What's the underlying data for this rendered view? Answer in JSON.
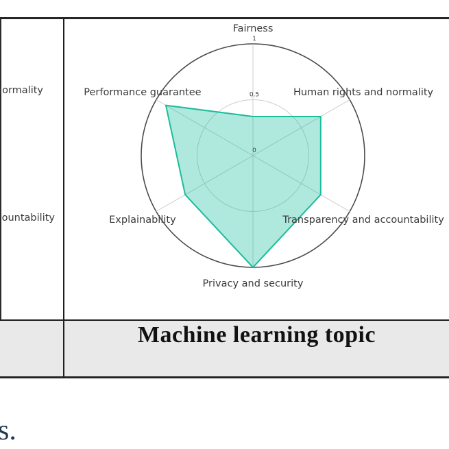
{
  "table": {
    "header_label": "Machine learning topic"
  },
  "left_chart_partial": {
    "labels": [
      "normality",
      "ountability"
    ]
  },
  "caption_fragment": "s.",
  "chart_data": {
    "type": "radar",
    "title": "",
    "axes": [
      "Fairness",
      "Human rights and normality",
      "Transparency and accountability",
      "Privacy and security",
      "Explainability",
      "Performance guarantee"
    ],
    "values": [
      0.35,
      0.7,
      0.7,
      1.0,
      0.7,
      0.9
    ],
    "radial_ticks": [
      0,
      0.5,
      1
    ],
    "radial_range": [
      0,
      1
    ],
    "fill_color": "rgba(26,188,156,0.35)",
    "line_color": "#1abc9c",
    "outer_ring_color": "#4a4a4a",
    "grid_color": "#cccccc",
    "label_color": "#3a3a3a",
    "legend_position": "none",
    "grid": "on"
  }
}
